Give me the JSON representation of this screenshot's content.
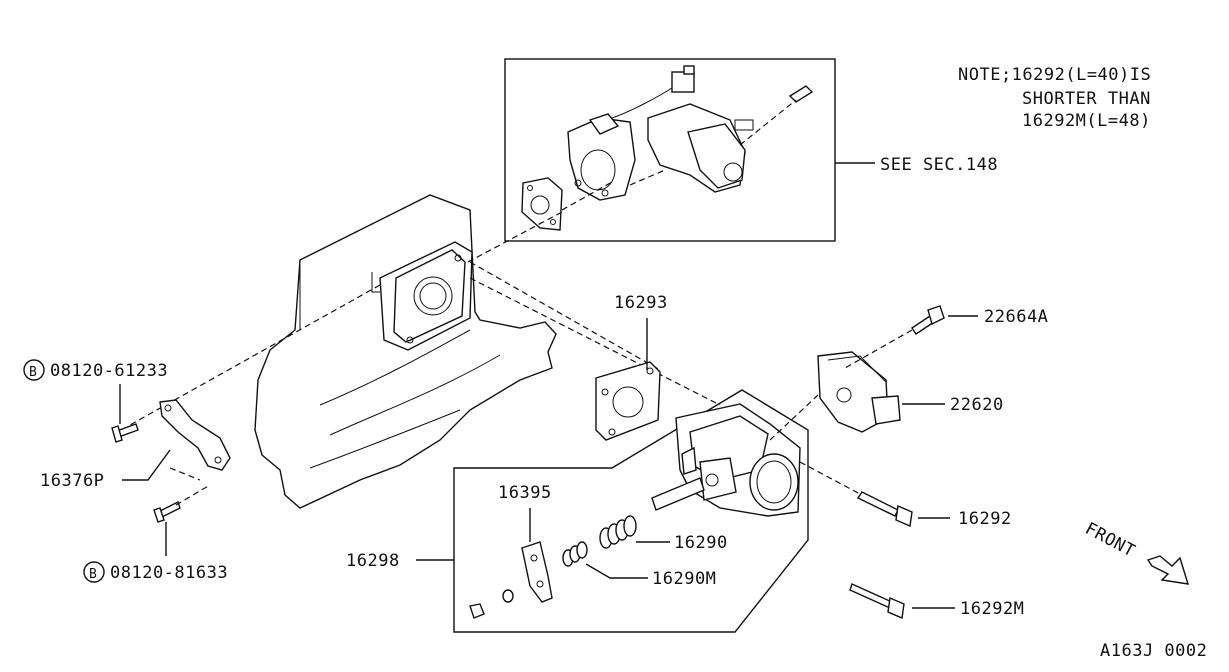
{
  "note": {
    "line1": "NOTE;16292(L=40)IS",
    "line2": "SHORTER THAN",
    "line3": "16292M(L=48)"
  },
  "labels": {
    "see_sec": "SEE SEC.148",
    "p16293": "16293",
    "p22664A": "22664A",
    "p22620": "22620",
    "p16292": "16292",
    "p16292M": "16292M",
    "p16290": "16290",
    "p16290M": "16290M",
    "p16395": "16395",
    "p16298": "16298",
    "p16376P": "16376P",
    "bolt1": "08120-61233",
    "bolt2": "08120-81633",
    "bolt_badge": "B",
    "front": "FRONT",
    "diagram_code": "A163J 0002"
  }
}
